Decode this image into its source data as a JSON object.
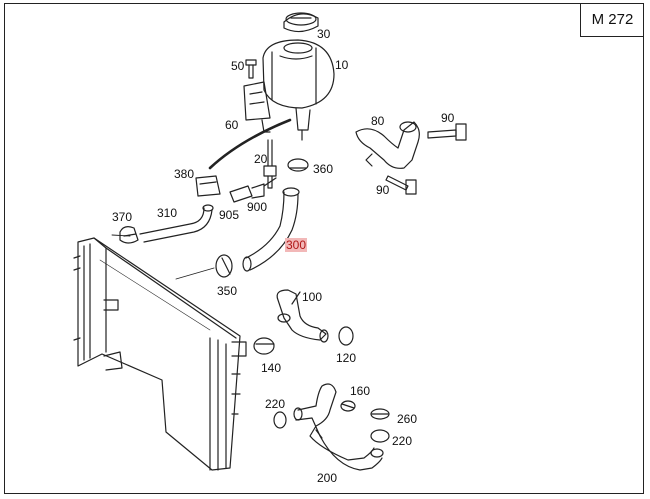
{
  "model": "M 272",
  "highlight_color": "#f2b8b8",
  "labels": {
    "l30": "30",
    "l10": "10",
    "l50": "50",
    "l60": "60",
    "l20": "20",
    "l360": "360",
    "l80": "80",
    "l90a": "90",
    "l90b": "90",
    "l380": "380",
    "l905": "905",
    "l900": "900",
    "l370": "370",
    "l310": "310",
    "l300": "300",
    "l350": "350",
    "l100": "100",
    "l120": "120",
    "l140": "140",
    "l160": "160",
    "l220a": "220",
    "l260": "260",
    "l220b": "220",
    "l200": "200"
  }
}
